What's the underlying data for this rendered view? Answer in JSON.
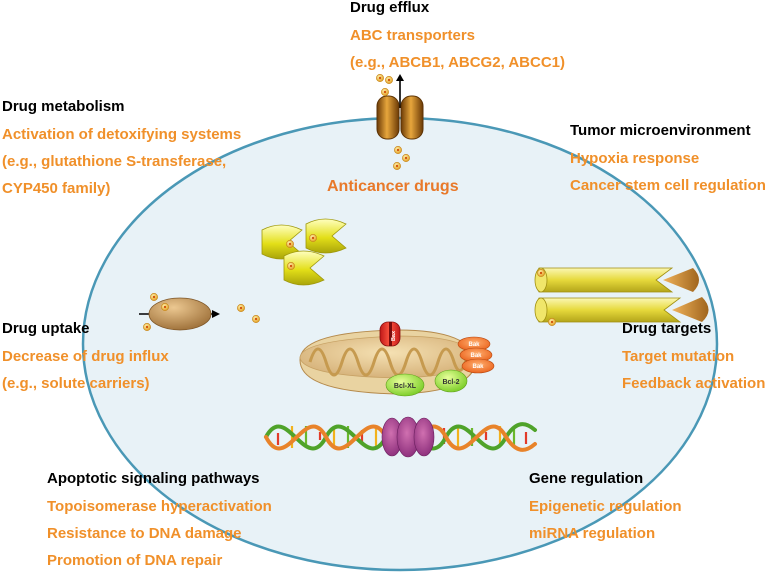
{
  "colors": {
    "heading": "#000000",
    "item": "#f0902a",
    "cell_outline": "#4a98b6",
    "cell_fill": "#e8f2f7"
  },
  "center_label": "Anticancer drugs",
  "blocks": {
    "drug_efflux": {
      "heading": "Drug efflux",
      "items": [
        "ABC transporters",
        "(e.g., ABCB1, ABCG2, ABCC1)"
      ]
    },
    "drug_metabolism": {
      "heading": "Drug metabolism",
      "items": [
        "Activation of detoxifying systems",
        "(e.g., glutathione S-transferase,",
        "CYP450 family)"
      ]
    },
    "tumor_microenvironment": {
      "heading": "Tumor microenvironment",
      "items": [
        "Hypoxia response",
        "Cancer stem cell regulation"
      ]
    },
    "drug_uptake": {
      "heading": "Drug uptake",
      "items": [
        "Decrease of drug influx",
        "(e.g., solute carriers)"
      ]
    },
    "drug_targets": {
      "heading": "Drug targets",
      "items": [
        "Target mutation",
        "Feedback activation"
      ]
    },
    "apoptotic_signaling": {
      "heading": "Apoptotic signaling pathways",
      "items": [
        "Topoisomerase hyperactivation",
        "Resistance to DNA damage",
        "Promotion of DNA repair"
      ]
    },
    "gene_regulation": {
      "heading": "Gene regulation",
      "items": [
        "Epigenetic regulation",
        "miRNA regulation"
      ]
    }
  },
  "mito_labels": {
    "bax": "Bax",
    "bcl_xl": "Bcl-XL",
    "bcl_2": "Bcl-2",
    "cluster": [
      "Bak",
      "Bak",
      "Bak"
    ]
  }
}
